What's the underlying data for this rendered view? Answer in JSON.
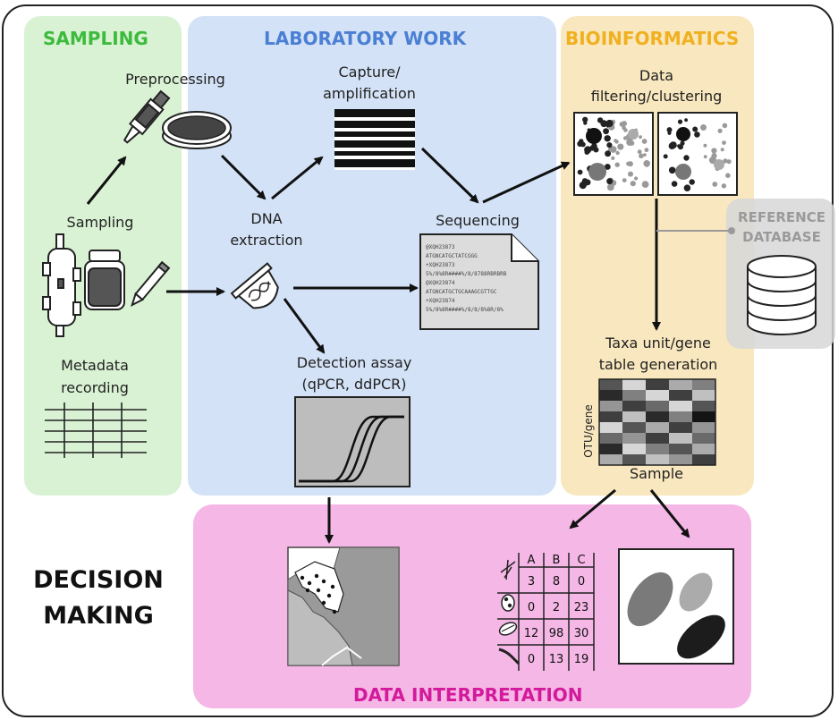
{
  "panels": {
    "sampling": {
      "title": "SAMPLING",
      "color": "#3dbb3d"
    },
    "lab": {
      "title": "LABORATORY WORK",
      "color": "#4a7fd4"
    },
    "bioinf": {
      "title": "BIOINFORMATICS",
      "color": "#f0b020"
    },
    "interp": {
      "title": "DATA INTERPRETATION",
      "color": "#d41a9c"
    }
  },
  "decision": {
    "line1": "DECISION",
    "line2": "MAKING"
  },
  "labels": {
    "preprocessing": "Preprocessing",
    "sampling": "Sampling",
    "metadata1": "Metadata",
    "metadata2": "recording",
    "dna1": "DNA",
    "dna2": "extraction",
    "capture1": "Capture/",
    "capture2": "amplification",
    "sequencing": "Sequencing",
    "detection1": "Detection assay",
    "detection2": "(qPCR, ddPCR)",
    "filter1": "Data",
    "filter2": "filtering/clustering",
    "refdb1": "REFERENCE",
    "refdb2": "DATABASE",
    "taxa1": "Taxa unit/gene",
    "taxa2": "table generation",
    "otu_axis": "OTU/gene",
    "sample_axis": "Sample"
  },
  "sequence_lines": [
    "@XQH23873",
    "ATGNCATGCTATCGGG",
    "+XQH23873",
    "5%/8%8R####%/8/8788RBRBRB",
    "@XQH23874",
    "ATGNCATGCTGCAAAGCGTTGC",
    "+XQH23874",
    "5%/8%8R####%/8/8/8%8R/8%"
  ],
  "abundance_table": {
    "columns": [
      "A",
      "B",
      "C"
    ],
    "rows": [
      [
        "3",
        "8",
        "0"
      ],
      [
        "0",
        "2",
        "23"
      ],
      [
        "12",
        "98",
        "30"
      ],
      [
        "0",
        "13",
        "19"
      ]
    ]
  },
  "heatmap_values": [
    [
      0.3,
      0.9,
      0.2,
      0.7,
      0.5
    ],
    [
      0.1,
      0.5,
      0.9,
      0.2,
      0.8
    ],
    [
      0.6,
      0.2,
      0.4,
      0.9,
      0.3
    ],
    [
      0.2,
      0.8,
      0.1,
      0.5,
      0.0
    ],
    [
      0.9,
      0.3,
      0.7,
      0.2,
      0.6
    ],
    [
      0.4,
      0.6,
      0.2,
      0.8,
      0.4
    ],
    [
      0.1,
      0.9,
      0.5,
      0.3,
      0.7
    ],
    [
      0.7,
      0.3,
      0.8,
      0.6,
      0.2
    ]
  ]
}
